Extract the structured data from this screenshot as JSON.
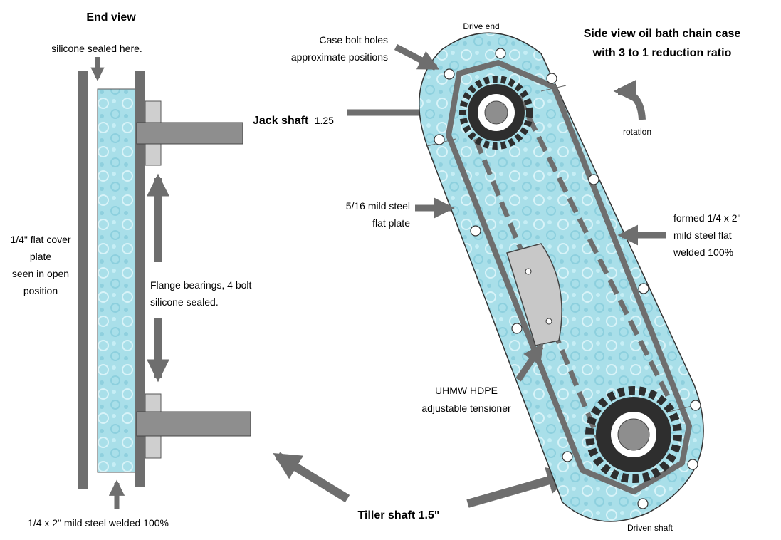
{
  "colors": {
    "water": "#a9dfe9",
    "water_dark": "#7fc8d9",
    "steel": "#6e6e6e",
    "bearing": "#cfcfcf",
    "shaft": "#8e8e8e",
    "tensioner": "#c8c8c8",
    "arrow": "#6e6e6e",
    "sprocket": "#2e2e2e"
  },
  "end_view": {
    "title": "End view",
    "silicone_top": "silicone sealed here.",
    "cover_plate": [
      "1/4\" flat cover",
      "plate",
      "seen in open",
      "position"
    ],
    "flange": [
      "Flange bearings, 4 bolt",
      "silicone sealed."
    ],
    "bottom_label": "1/4 x 2\" mild steel welded 100%"
  },
  "jack_shaft": {
    "name": "Jack shaft",
    "size": "1.25"
  },
  "tiller_shaft": "Tiller shaft 1.5\"",
  "side_view": {
    "title": [
      "Side view oil bath chain case",
      "with 3 to 1 reduction ratio"
    ],
    "drive_end": "Drive end",
    "driven_shaft": "Driven shaft",
    "case_bolts": [
      "Case bolt holes",
      "approximate positions"
    ],
    "rotation": "rotation",
    "plate": [
      "5/16 mild steel",
      "flat plate"
    ],
    "formed": [
      "formed 1/4 x 2\"",
      "mild steel flat",
      "welded 100%"
    ],
    "tensioner": [
      "UHMW HDPE",
      "adjustable tensioner"
    ]
  }
}
